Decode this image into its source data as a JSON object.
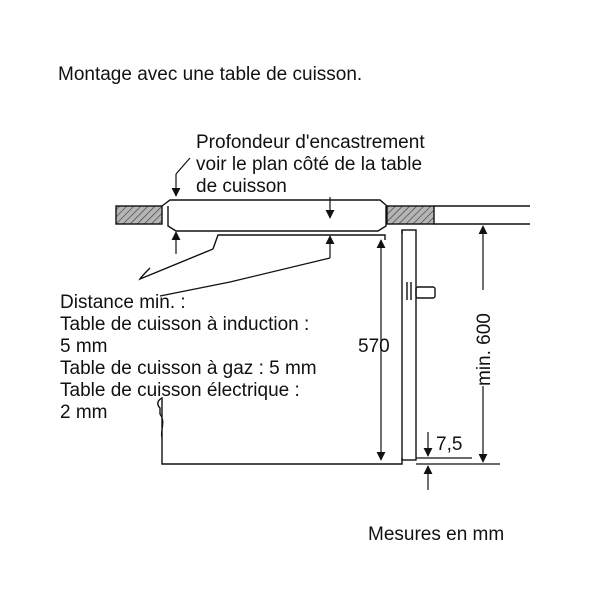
{
  "title": "Montage avec une table de cuisson.",
  "depth_note": {
    "lines": [
      "Profondeur d'encastrement",
      "voir le plan côté de la table",
      "de cuisson"
    ]
  },
  "distance_note": {
    "lines": [
      "Distance min. :",
      "Table de cuisson à induction :",
      "5 mm",
      "Table de cuisson à gaz : 5 mm",
      "Table de cuisson électrique :",
      "2 mm"
    ]
  },
  "dimensions": {
    "oven_height": "570",
    "niche_height": "min. 600",
    "bottom_gap": "7,5"
  },
  "units_note": "Mesures en mm"
}
